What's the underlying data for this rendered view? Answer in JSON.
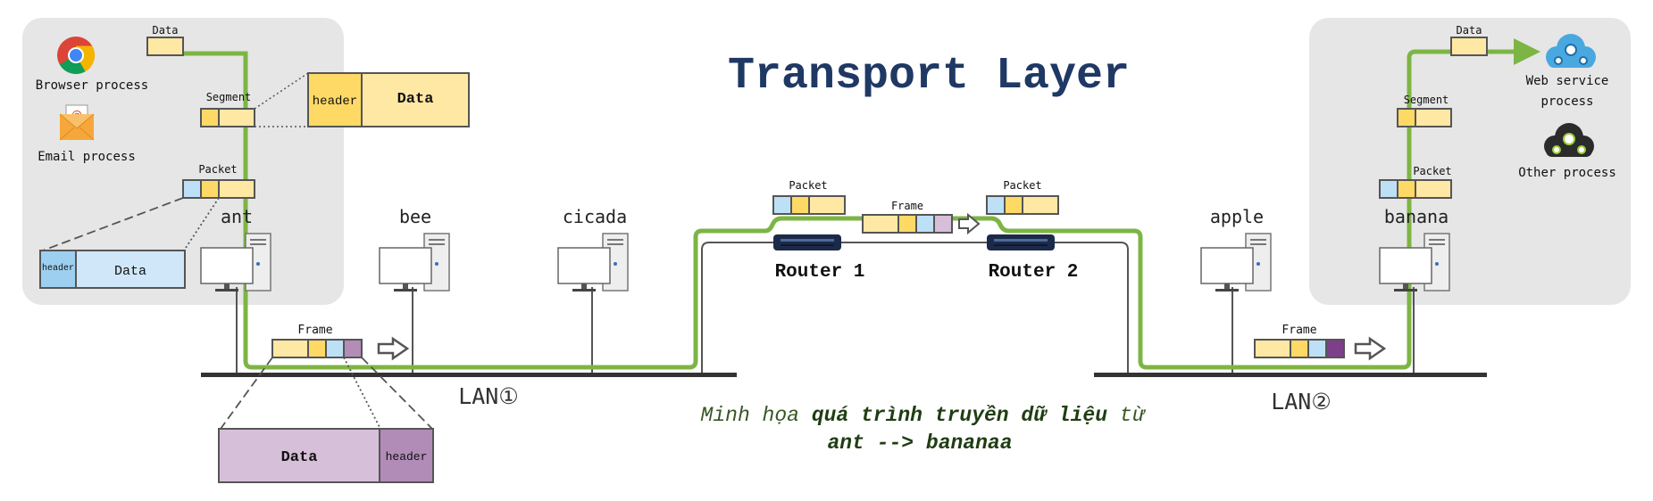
{
  "title": "Transport Layer",
  "caption": {
    "prefix": "Minh họa ",
    "emphasis": "quá trình truyền dữ liệu",
    "suffix": " từ",
    "line2": "ant --> bananaa"
  },
  "hosts": {
    "ant": "ant",
    "bee": "bee",
    "cicada": "cicada",
    "apple": "apple",
    "banana": "banana"
  },
  "routers": {
    "r1": "Router 1",
    "r2": "Router 2"
  },
  "lans": {
    "lan1": "LAN①",
    "lan2": "LAN②"
  },
  "processes": {
    "browser": "Browser process",
    "email": "Email process",
    "web_line1": "Web service",
    "web_line2": "process",
    "other": "Other process"
  },
  "pdu": {
    "data": "Data",
    "segment": "Segment",
    "packet": "Packet",
    "frame": "Frame",
    "header": "header"
  },
  "colors": {
    "green_path": "#7db544",
    "panel": "#e6e6e6",
    "title": "#1f3864",
    "data_yellow": "#ffe8a3",
    "header_yellow": "#ffd966",
    "packet_blue": "#bde0f6",
    "frame_purple": "#d6bfd8",
    "frame_purple_dark": "#7e3f8a",
    "caption_green": "#375623"
  }
}
